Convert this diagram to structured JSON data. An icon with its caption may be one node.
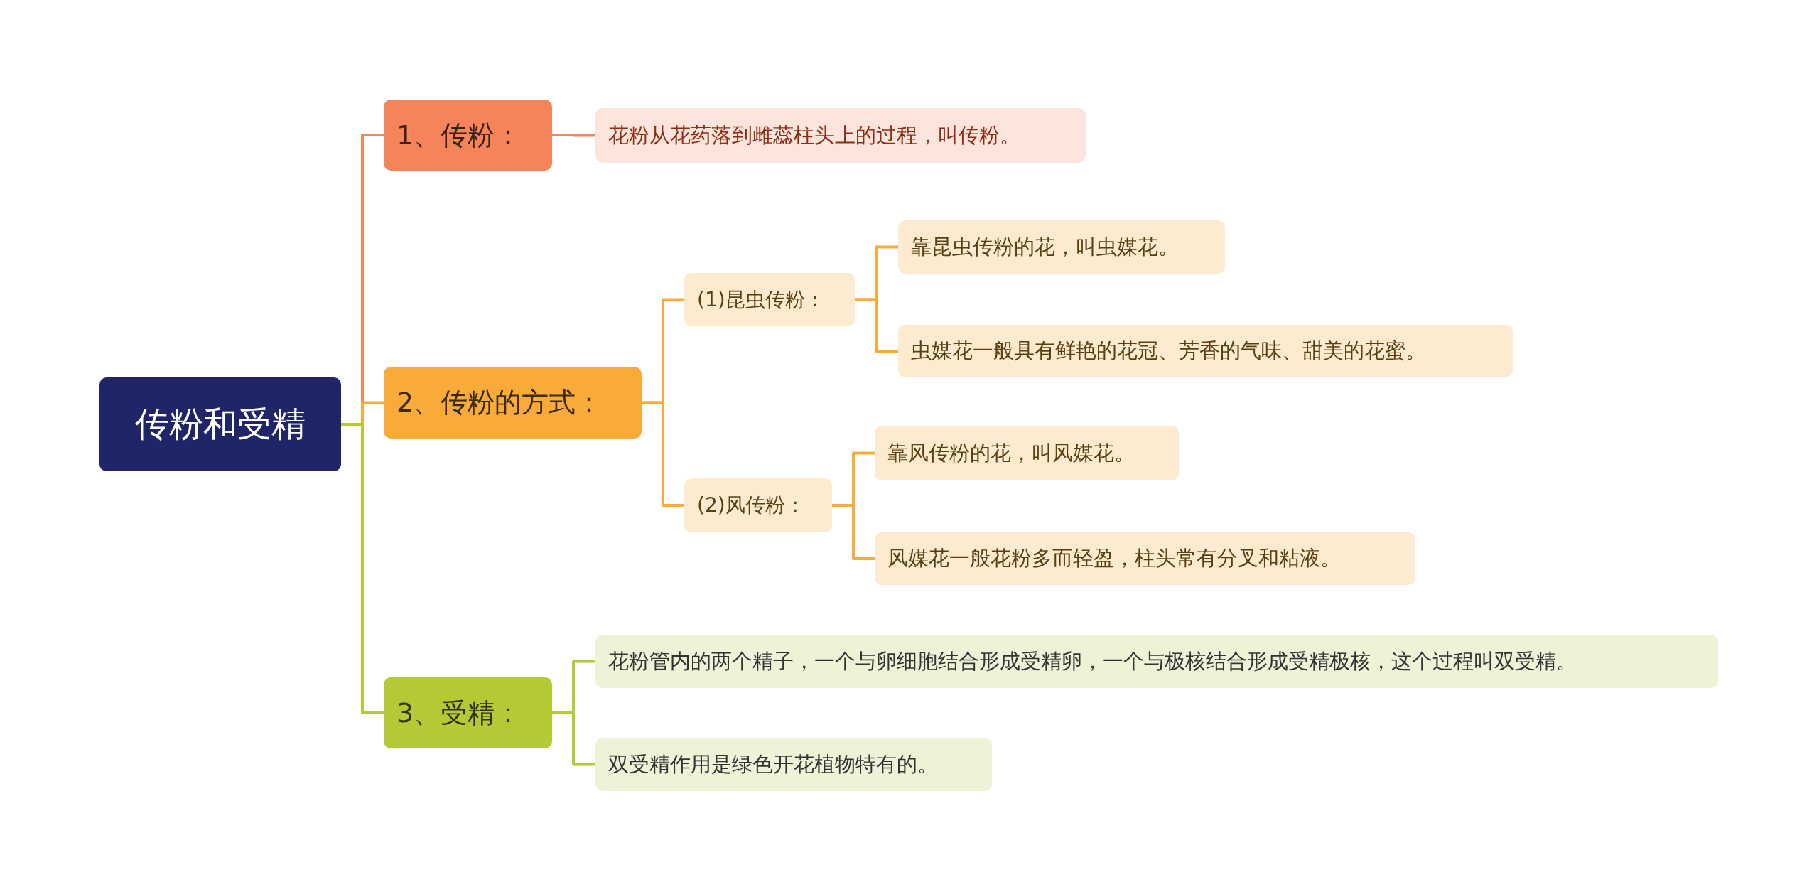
{
  "diagram": {
    "nodes": [
      {
        "text": [
          "传粉和受精"
        ]
      },
      {
        "text": [
          "1、传粉："
        ]
      },
      {
        "text": [
          "花粉从花药落到雌蕊柱头上的过程，叫传粉。"
        ]
      },
      {
        "text": [
          "2、传粉的方式："
        ]
      },
      {
        "text": [
          "(1)昆虫传粉："
        ]
      },
      {
        "text": [
          "靠昆虫传粉的花，叫虫媒花。"
        ]
      },
      {
        "text": [
          "虫媒花一般具有鲜艳的花冠、芳香的气味、甜美的花蜜。"
        ]
      },
      {
        "text": [
          "(2)风传粉："
        ]
      },
      {
        "text": [
          "靠风传粉的花，叫风媒花。"
        ]
      },
      {
        "text": [
          "风媒花一般花粉多而轻盈，柱头常有分叉和粘液。"
        ]
      },
      {
        "text": [
          "3、受精："
        ]
      },
      {
        "text": [
          "花粉管内的两个精子，一个与卵细胞结合形成受精卵，一个与极核结合形成受精极核，这个过程叫双受精。"
        ]
      },
      {
        "text": [
          "双受精作用是绿色开花植物特有的。"
        ]
      }
    ],
    "edges": [
      {
        "from": 0,
        "to": 1,
        "arrow": "none",
        "color": "#f5845a"
      },
      {
        "from": 1,
        "to": 2,
        "arrow": "none",
        "color": "#f5845a"
      },
      {
        "from": 0,
        "to": 3,
        "arrow": "none",
        "color": "#f9ab3a"
      },
      {
        "from": 3,
        "to": 4,
        "arrow": "none",
        "color": "#f9ab3a"
      },
      {
        "from": 4,
        "to": 5,
        "arrow": "none",
        "color": "#f9ab3a"
      },
      {
        "from": 4,
        "to": 6,
        "arrow": "none",
        "color": "#f9ab3a"
      },
      {
        "from": 3,
        "to": 7,
        "arrow": "none",
        "color": "#f9ab3a"
      },
      {
        "from": 7,
        "to": 8,
        "arrow": "none",
        "color": "#f9ab3a"
      },
      {
        "from": 7,
        "to": 9,
        "arrow": "none",
        "color": "#f9ab3a"
      },
      {
        "from": 0,
        "to": 10,
        "arrow": "none",
        "color": "#b5c934"
      },
      {
        "from": 10,
        "to": 11,
        "arrow": "none",
        "color": "#b5c934"
      },
      {
        "from": 10,
        "to": 12,
        "arrow": "none",
        "color": "#b5c934"
      }
    ]
  }
}
